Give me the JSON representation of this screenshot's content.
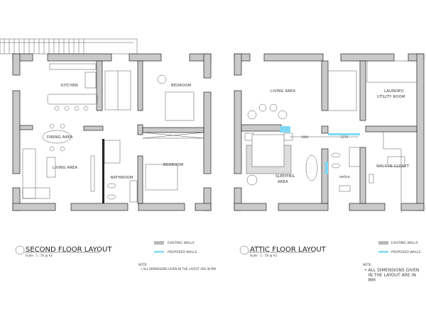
{
  "colors": {
    "wall_fill": "#c9c9c9",
    "proposed": "#7fd8f5",
    "line": "#222222"
  },
  "second_floor": {
    "title": "SECOND FLOOR LAYOUT",
    "scale": "Scale : 1 : 50 @ A2",
    "rooms": [
      "KITCHEN",
      "DINING AREA",
      "LIVING AREA",
      "BEDROOM",
      "BATHROOM",
      "BEDROOM"
    ],
    "legend": {
      "existing": "EXISTING WALLS",
      "proposed": "PROPOSED WALLS"
    },
    "note_title": "NOTE:",
    "note": "ALL DIMENSIONS GIVEN IN THE LAYOUT ARE IN MM"
  },
  "attic_floor": {
    "title": "ATTIC FLOOR LAYOUT",
    "scale": "Scale : 1 : 50 @ A2",
    "rooms": [
      "LIVING AREA",
      "LAUNDRY/",
      "UTILITY ROOM",
      "SLEEPING",
      "AREA",
      "WALK-IN-CLOSET",
      "velux"
    ],
    "dimensions": [
      "1980",
      "2370"
    ],
    "legend": {
      "existing": "EXISTING WALLS",
      "proposed": "PROPOSED WALLS"
    },
    "note_title": "NOTE:",
    "note": "ALL DIMENSIONS GIVEN IN THE LAYOUT ARE IN MM"
  }
}
